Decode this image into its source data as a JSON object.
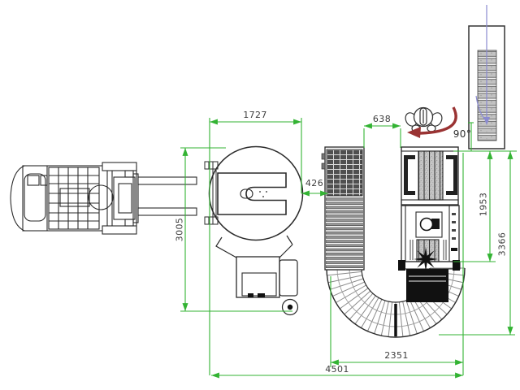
{
  "drawing": {
    "dimension_labels": {
      "turntable_width": "1727",
      "gap_conveyor_to_machine": "638",
      "gap_turntable_to_conveyor": "426",
      "turntable_cell_depth": "3005",
      "machine_length": "1953",
      "line_depth": "3366",
      "conveyor_loop_width": "2351",
      "layout_total_width": "4501",
      "rotation_angle": "90°"
    },
    "colors": {
      "dimension": "#33b333",
      "rotation_arrow": "#9a3333",
      "flow_arrow": "#8b8bd0",
      "outline": "#2a2a2a"
    }
  }
}
